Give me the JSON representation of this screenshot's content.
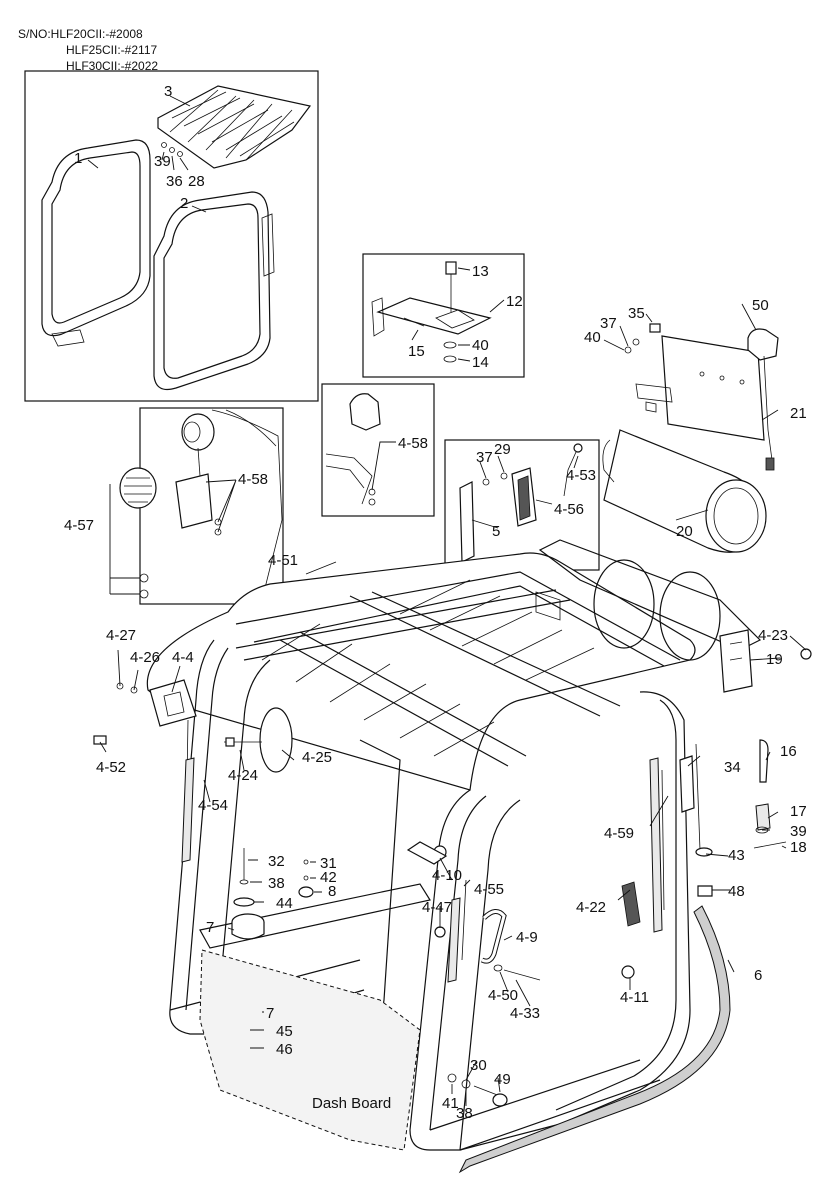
{
  "serial_header": {
    "line1": "S/NO:HLF20CII:-#2008",
    "line2": "HLF25CII:-#2117",
    "line3": "HLF30CII:-#2022"
  },
  "labels": {
    "p1": "1",
    "p2": "2",
    "p3": "3",
    "p39a": "39",
    "p36a": "36",
    "p28": "28",
    "p13": "13",
    "p12": "12",
    "p15": "15",
    "p40a": "40",
    "p14": "14",
    "p35": "35",
    "p37a": "37",
    "p40b": "40",
    "p50": "50",
    "p21": "21",
    "p4_58a": "4-58",
    "p4_57": "4-57",
    "p4_58b": "4-58",
    "p37b": "37",
    "p29": "29",
    "p4_53": "4-53",
    "p4_56": "4-56",
    "p5": "5",
    "p20": "20",
    "p4_51": "4-51",
    "p4_27": "4-27",
    "p4_26": "4-26",
    "p4_4": "4-4",
    "p4_23": "4-23",
    "p19": "19",
    "p4_52": "4-52",
    "p4_24": "4-24",
    "p4_25": "4-25",
    "p16": "16",
    "p34": "34",
    "p4_54": "4-54",
    "p17": "17",
    "p39b": "39",
    "p18": "18",
    "p4_59": "4-59",
    "p43": "43",
    "p32": "32",
    "p31": "31",
    "p42": "42",
    "p38a": "38",
    "p8": "8",
    "p44": "44",
    "p4_10": "4-10",
    "p4_55": "4-55",
    "p48": "48",
    "p4_47": "4-47",
    "p4_22": "4-22",
    "p7a": "7",
    "p4_9": "4-9",
    "p6": "6",
    "p4_50": "4-50",
    "p4_33": "4-33",
    "p4_11": "4-11",
    "p7b": "7",
    "p45": "45",
    "p46": "46",
    "p30": "30",
    "p49": "49",
    "p41": "41",
    "p38b": "38",
    "dash_board": "Dash Board"
  }
}
